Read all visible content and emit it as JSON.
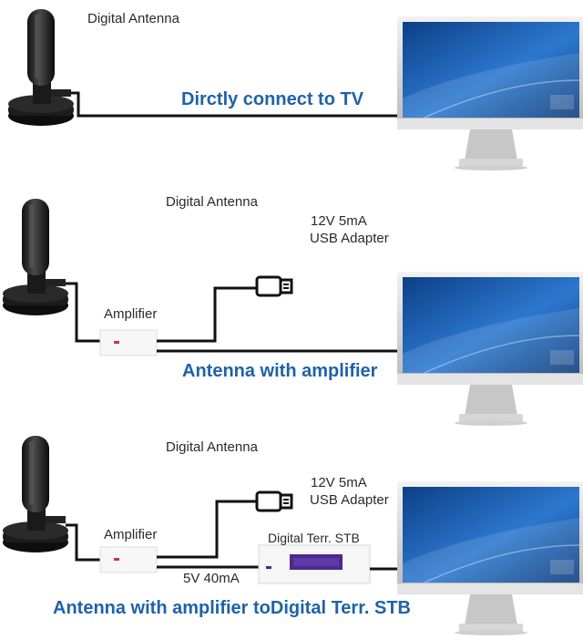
{
  "scenarios": [
    {
      "antenna_label": "Digital Antenna",
      "caption": "Dirctly connect to TV"
    },
    {
      "antenna_label": "Digital Antenna",
      "adapter_line1": "12V 5mA",
      "adapter_line2": "USB Adapter",
      "amplifier_label": "Amplifier",
      "caption": "Antenna with amplifier"
    },
    {
      "antenna_label": "Digital Antenna",
      "adapter_line1": "12V 5mA",
      "adapter_line2": "USB Adapter",
      "amplifier_label": "Amplifier",
      "stb_label": "Digital Terr. STB",
      "voltage_label": "5V 40mA",
      "caption": "Antenna with amplifier toDigital Terr. STB"
    }
  ],
  "colors": {
    "caption_blue": "#1f62a8",
    "cable": "#111111",
    "screen_blue": "#1a5fb4",
    "stb_display": "#4a2a8a"
  }
}
